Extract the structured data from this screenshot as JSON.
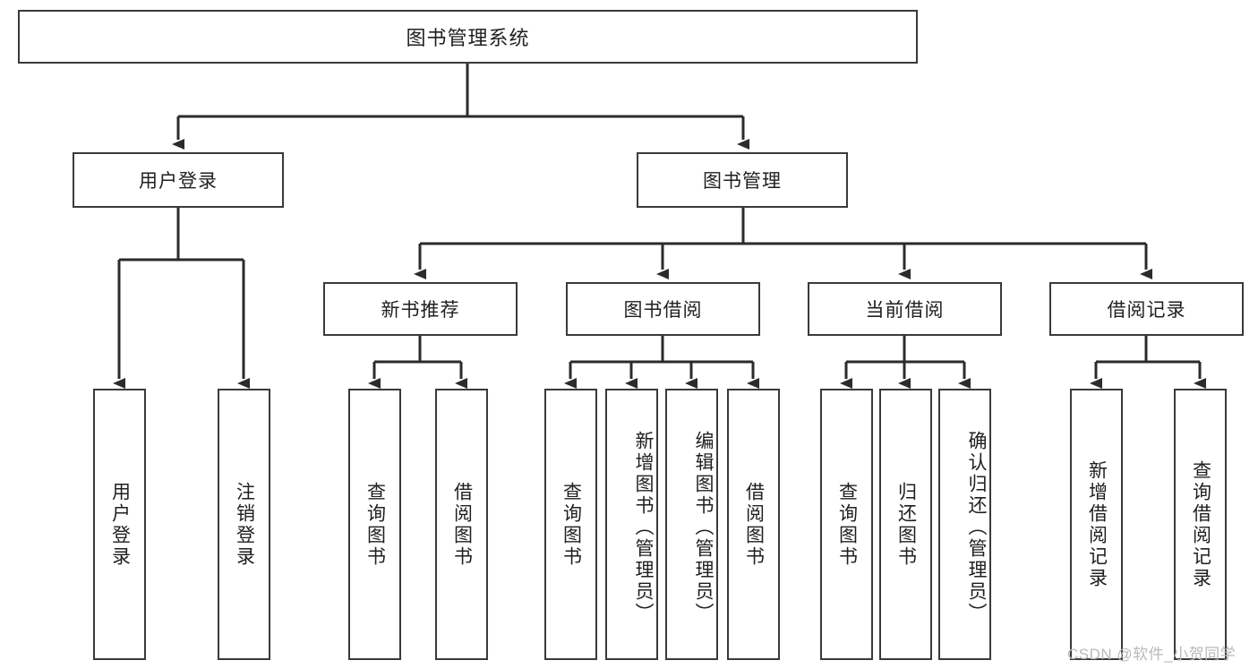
{
  "diagram": {
    "title": "图书管理系统",
    "type": "hierarchy-tree",
    "root": {
      "label": "图书管理系统"
    },
    "level2": [
      {
        "label": "用户登录"
      },
      {
        "label": "图书管理"
      }
    ],
    "level3": [
      {
        "label": "新书推荐"
      },
      {
        "label": "图书借阅"
      },
      {
        "label": "当前借阅"
      },
      {
        "label": "借阅记录"
      }
    ],
    "leaves": {
      "user_login": [
        {
          "label": "用户登录"
        },
        {
          "label": "注销登录"
        }
      ],
      "new_book": [
        {
          "label": "查询图书"
        },
        {
          "label": "借阅图书"
        }
      ],
      "book_borrow": [
        {
          "label": "查询图书"
        },
        {
          "label": "新增图书（管理员）"
        },
        {
          "label": "编辑图书（管理员）"
        },
        {
          "label": "借阅图书"
        }
      ],
      "current_borrow": [
        {
          "label": "查询图书"
        },
        {
          "label": "归还图书"
        },
        {
          "label": "确认归还（管理员）"
        }
      ],
      "borrow_record": [
        {
          "label": "新增借阅记录"
        },
        {
          "label": "查询借阅记录"
        }
      ]
    }
  },
  "watermark": {
    "text": "CSDN @软件_小贺同学"
  },
  "colors": {
    "box_border": "#3a3a3a",
    "text": "#1f1f1f",
    "line": "#2b2b2b",
    "background": "#ffffff",
    "watermark": "#b9b9b9"
  }
}
